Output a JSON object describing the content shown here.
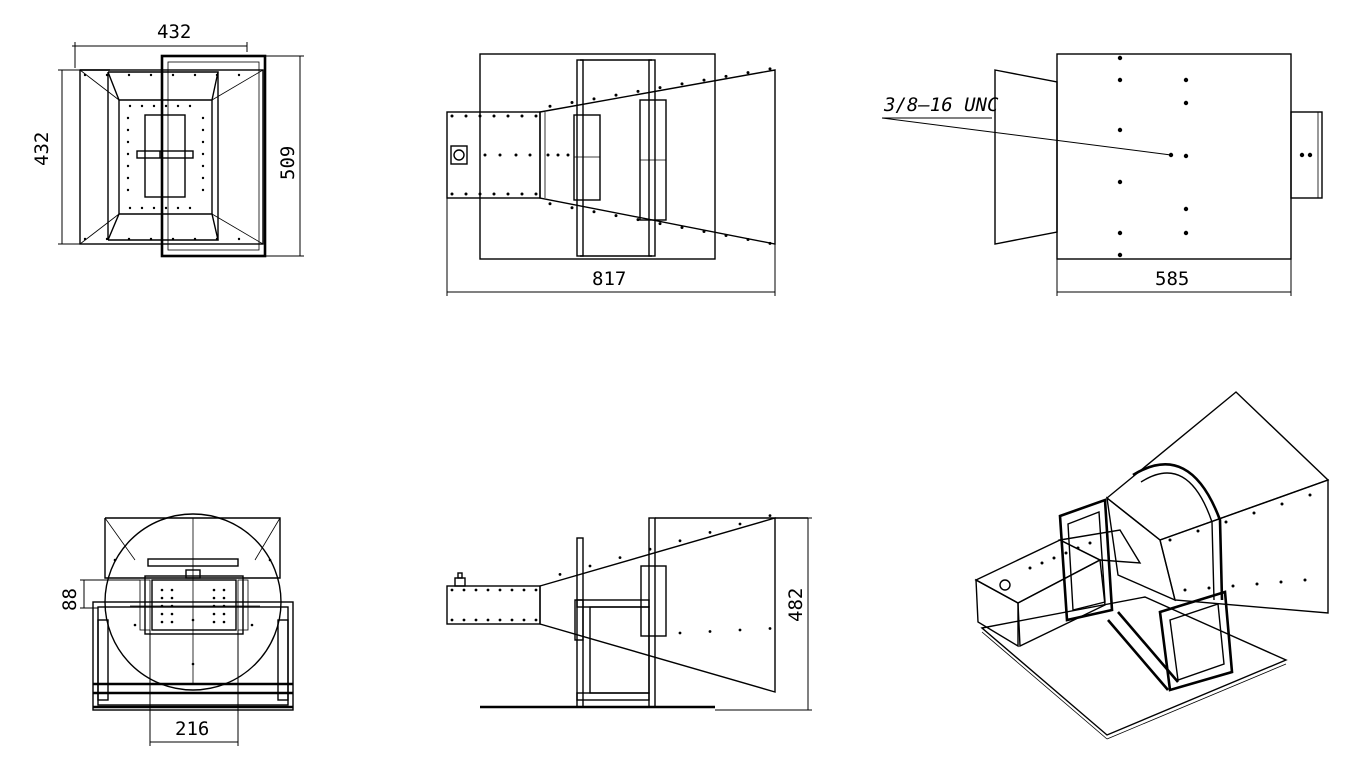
{
  "drawing": {
    "views": [
      {
        "id": "front",
        "dims": {
          "width": "432",
          "height": "432",
          "outer": "509"
        }
      },
      {
        "id": "top",
        "dims": {
          "length": "817"
        }
      },
      {
        "id": "bottom",
        "dims": {
          "length": "585"
        },
        "callout": "3/8–16 UNC"
      },
      {
        "id": "rear",
        "dims": {
          "offset": "88",
          "width": "216"
        }
      },
      {
        "id": "side",
        "dims": {
          "height": "482"
        }
      },
      {
        "id": "iso"
      }
    ]
  },
  "colors": {
    "line": "#000000",
    "background": "#ffffff"
  }
}
